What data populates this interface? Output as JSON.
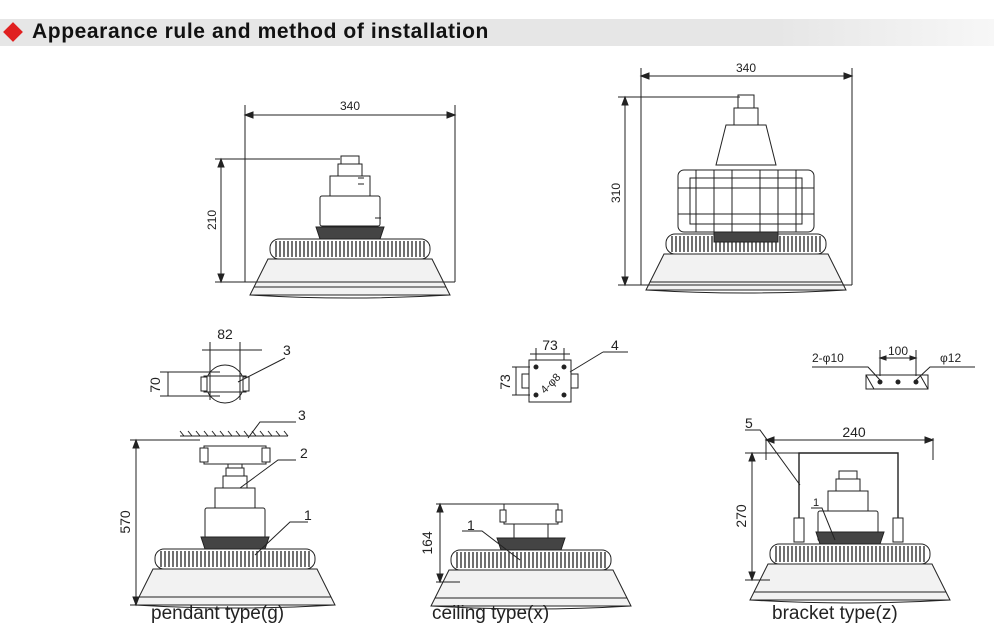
{
  "section_title": "Appearance rule and method of installation",
  "figures": {
    "front_view": {
      "width_dim": "340",
      "height_dim": "210"
    },
    "cage_view": {
      "width_dim": "340",
      "height_dim": "310"
    },
    "pendant": {
      "caption": "pendant type(g)",
      "detail_width": "82",
      "detail_height": "70",
      "total_height": "570",
      "callouts": [
        "1",
        "2",
        "3",
        "3"
      ]
    },
    "ceiling": {
      "caption": "ceiling type(x)",
      "box_width": "73",
      "box_height": "73",
      "hole_note": "4-φ8",
      "total_height": "164",
      "callouts": [
        "4",
        "1"
      ]
    },
    "bracket": {
      "caption": "bracket type(z)",
      "holes_left": "2-φ10",
      "spacing": "100",
      "holes_right": "φ12",
      "width_dim": "240",
      "height_dim": "270",
      "callouts": [
        "5",
        "1"
      ]
    }
  }
}
